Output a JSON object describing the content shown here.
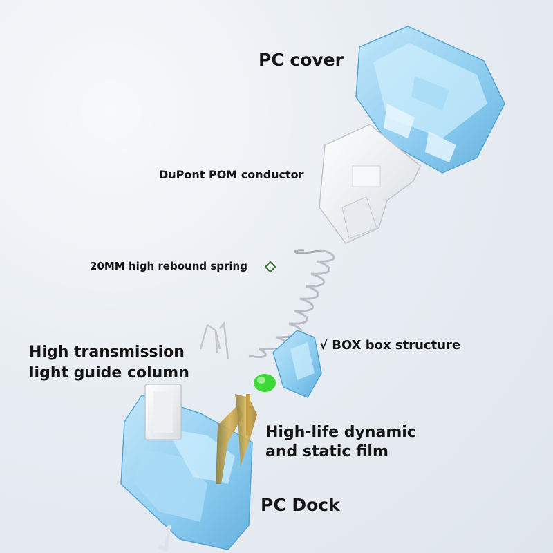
{
  "labels": {
    "pc_cover": "PC cover",
    "pom_conductor": "DuPont POM conductor",
    "spring": "20MM high rebound spring",
    "box_structure": "√ BOX box structure",
    "light_guide": [
      "High transmission",
      "light guide column"
    ],
    "film": [
      "High-life dynamic",
      "and static film"
    ],
    "pc_dock": "PC Dock"
  },
  "colors": {
    "text": "#141414",
    "pc_blue": "#8fcff2",
    "pc_blue_dark": "#5aaee0",
    "pom_white": "#f1f3f5",
    "spring_steel": "#b9bec4",
    "led_green": "#3fd83a",
    "film_gold": "#c9a24a",
    "marker_green": "#3c6b2a"
  },
  "icons": {
    "spring_marker": "diamond-marker-icon"
  }
}
